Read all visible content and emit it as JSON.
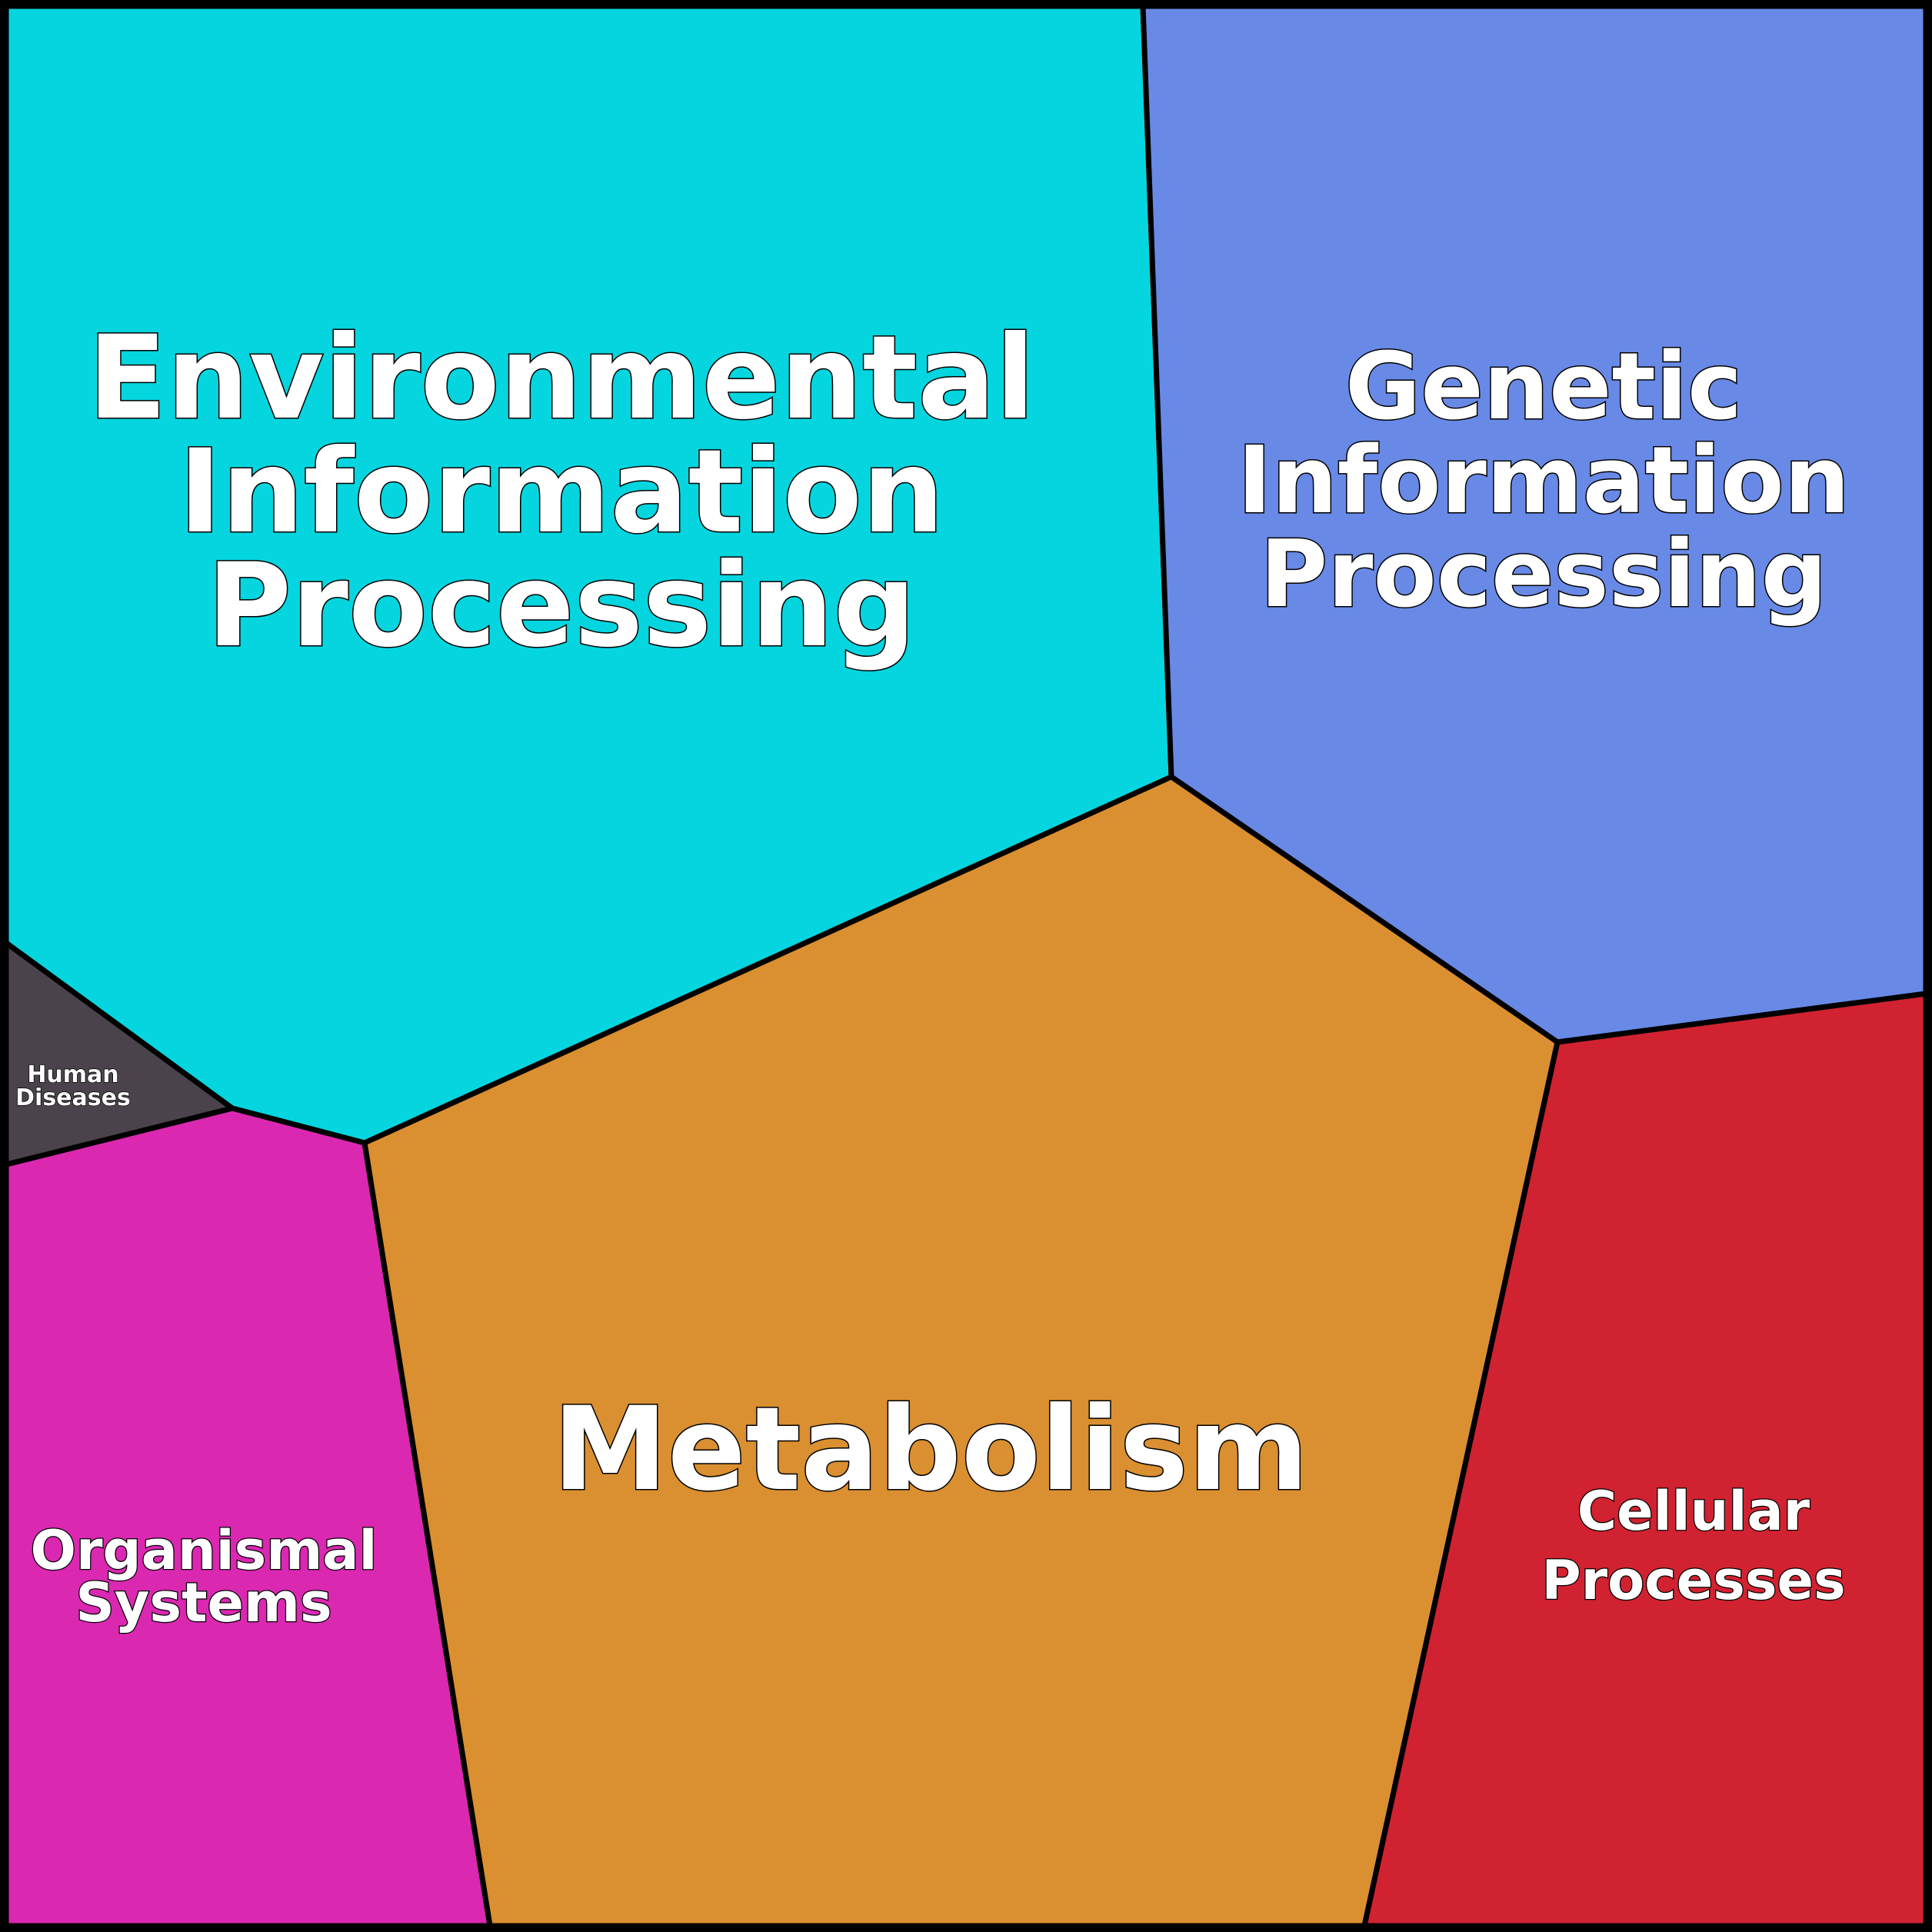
{
  "diagram": {
    "type": "voronoi-treemap",
    "categories": [
      {
        "id": "environmental",
        "lines": [
          "Environmental",
          "Information",
          "Processing"
        ],
        "color": "#05d5de"
      },
      {
        "id": "genetic",
        "lines": [
          "Genetic",
          "Information",
          "Processing"
        ],
        "color": "#6889e5"
      },
      {
        "id": "metabolism",
        "lines": [
          "Metabolism"
        ],
        "color": "#da8f30"
      },
      {
        "id": "cellular",
        "lines": [
          "Cellular",
          "Processes"
        ],
        "color": "#d12231"
      },
      {
        "id": "organismal",
        "lines": [
          "Organismal",
          "Systems"
        ],
        "color": "#da28b1"
      },
      {
        "id": "human",
        "lines": [
          "Human",
          "Diseases"
        ],
        "color": "#4b434b"
      }
    ],
    "border_color": "#000000",
    "label_color": "#ffffff"
  }
}
